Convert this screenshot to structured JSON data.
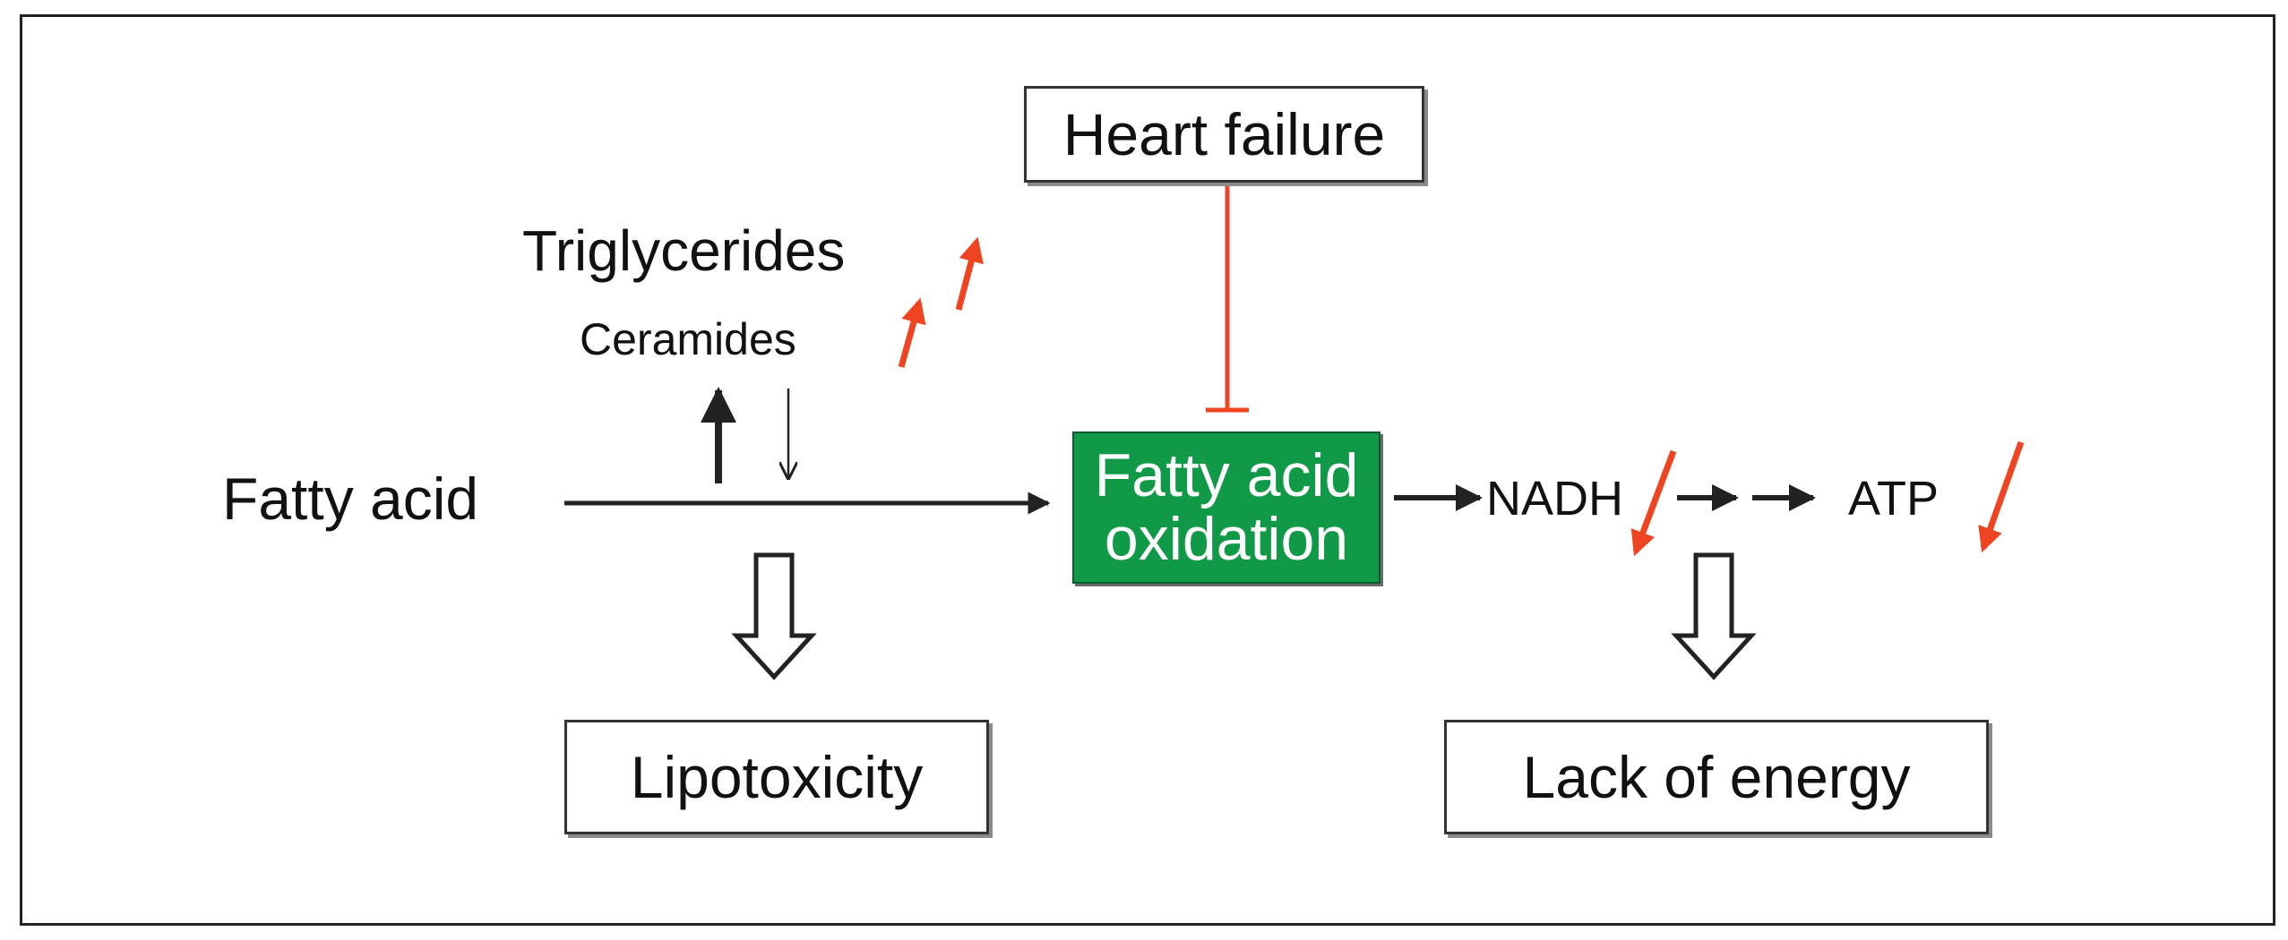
{
  "nodes": {
    "heart_failure": "Heart failure",
    "triglycerides": "Triglycerides",
    "ceramides": "Ceramides",
    "fatty_acid": "Fatty acid",
    "fatty_acid_oxidation_line1": "Fatty acid",
    "fatty_acid_oxidation_line2": "oxidation",
    "nadh": "NADH",
    "atp": "ATP",
    "lipotoxicity": "Lipotoxicity",
    "lack_of_energy": "Lack of energy"
  },
  "relations": [
    {
      "from": "Heart failure",
      "to": "Fatty acid oxidation",
      "type": "inhibits"
    },
    {
      "from": "Fatty acid",
      "to": "Fatty acid oxidation",
      "type": "flows-to"
    },
    {
      "from": "Fatty acid",
      "to": "Triglycerides / Ceramides",
      "type": "storage",
      "direction": "up"
    },
    {
      "from": "Triglycerides / Ceramides",
      "to": "Fatty acid",
      "type": "release",
      "direction": "down"
    },
    {
      "from": "Fatty acid",
      "to": "Lipotoxicity",
      "type": "leads-to"
    },
    {
      "from": "Fatty acid oxidation",
      "to": "NADH",
      "type": "flows-to"
    },
    {
      "from": "NADH",
      "to": "ATP",
      "type": "flows-to"
    },
    {
      "from": "NADH",
      "to": "Lack of energy",
      "type": "leads-to"
    }
  ],
  "indicators": {
    "triglycerides": "increased",
    "ceramides": "increased",
    "nadh": "decreased",
    "atp": "decreased"
  },
  "colors": {
    "oxidation_box": "#109a48",
    "indicator_arrow": "#ee4422",
    "inhibition_line": "#ee4422",
    "arrow": "#222222"
  }
}
